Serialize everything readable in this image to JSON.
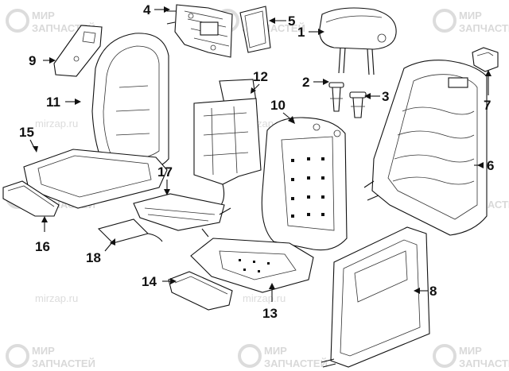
{
  "watermark": {
    "brand_top": "МИР",
    "brand_bottom": "ЗАПЧАСТЕЙ",
    "url": "mirzap.ru"
  },
  "callouts": {
    "c1": "1",
    "c2": "2",
    "c3": "3",
    "c4": "4",
    "c5": "5",
    "c6": "6",
    "c7": "7",
    "c8": "8",
    "c9": "9",
    "c10": "10",
    "c11": "11",
    "c12": "12",
    "c13": "13",
    "c14": "14",
    "c15": "15",
    "c16": "16",
    "c17": "17",
    "c18": "18"
  },
  "colors": {
    "line": "#111111",
    "watermark": "#d9d9d9",
    "background": "#ffffff"
  }
}
